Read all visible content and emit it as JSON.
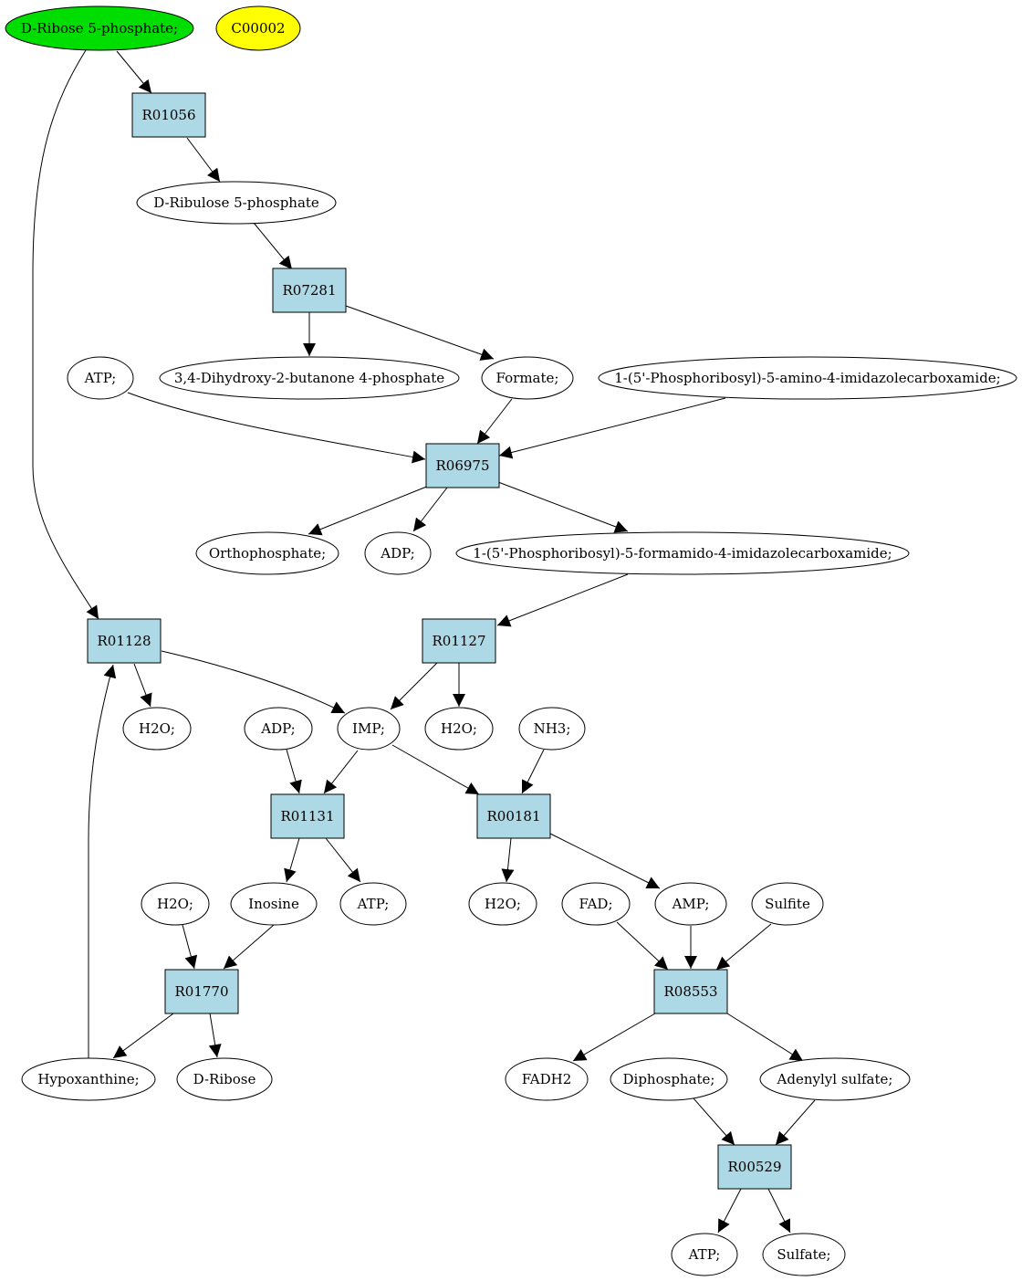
{
  "colors": {
    "reaction_fill": "#add8e6",
    "highlight_green": "#00dd00",
    "highlight_yellow": "#ffff00",
    "default_fill": "#ffffff",
    "stroke": "#000000"
  },
  "nodes": {
    "c_ribose5p": "D-Ribose 5-phosphate;",
    "c_c00002": "C00002",
    "r01056": "R01056",
    "c_ribulose5p": "D-Ribulose 5-phosphate",
    "r07281": "R07281",
    "c_atp1": "ATP;",
    "c_dihydroxy": "3,4-Dihydroxy-2-butanone 4-phosphate",
    "c_formate": "Formate;",
    "c_aicar": "1-(5'-Phosphoribosyl)-5-amino-4-imidazolecarboxamide;",
    "r06975": "R06975",
    "c_ortho": "Orthophosphate;",
    "c_adp1": "ADP;",
    "c_faicar": "1-(5'-Phosphoribosyl)-5-formamido-4-imidazolecarboxamide;",
    "r01128": "R01128",
    "r01127": "R01127",
    "c_h2o1": "H2O;",
    "c_adp2": "ADP;",
    "c_imp": "IMP;",
    "c_h2o2": "H2O;",
    "c_nh3": "NH3;",
    "r01131": "R01131",
    "r00181": "R00181",
    "c_h2o3": "H2O;",
    "c_inosine": "Inosine",
    "c_atp2": "ATP;",
    "c_h2o4": "H2O;",
    "c_fad": "FAD;",
    "c_amp": "AMP;",
    "c_sulfite": "Sulfite",
    "r01770": "R01770",
    "r08553": "R08553",
    "c_hypoxanthine": "Hypoxanthine;",
    "c_dribose": "D-Ribose",
    "c_fadh2": "FADH2",
    "c_diphosphate": "Diphosphate;",
    "c_adenylyl": "Adenylyl sulfate;",
    "r00529": "R00529",
    "c_atp3": "ATP;",
    "c_sulfate": "Sulfate;"
  }
}
